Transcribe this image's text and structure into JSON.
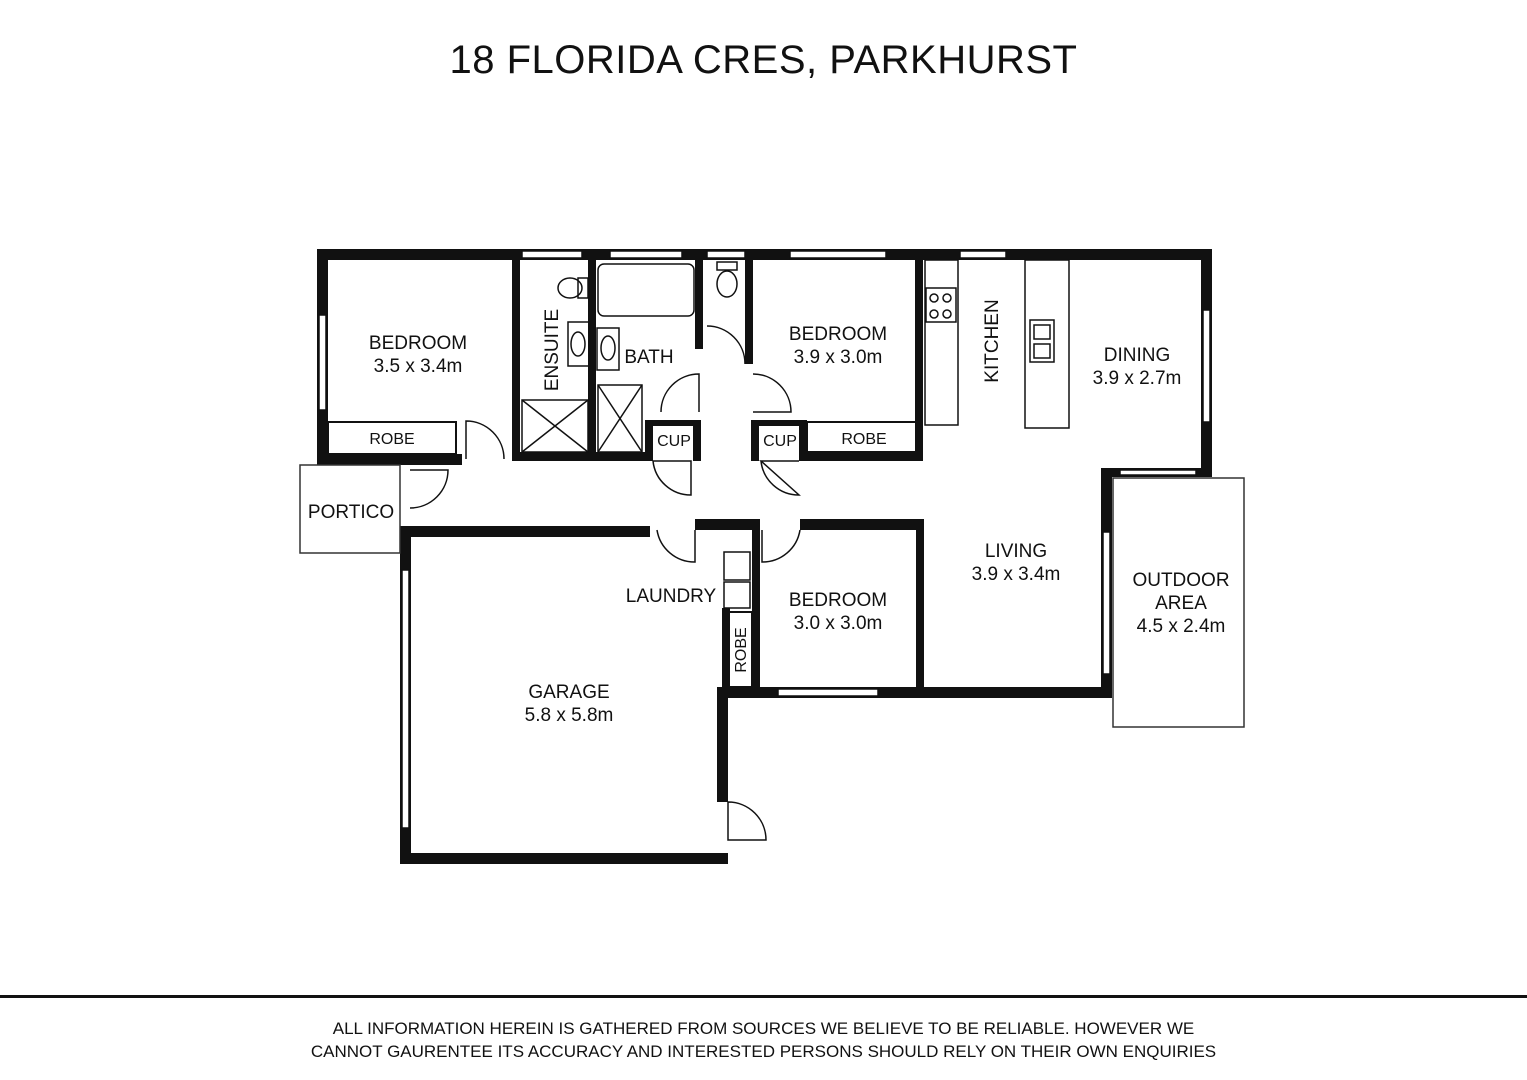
{
  "title": "18 FLORIDA CRES, PARKHURST",
  "rooms": {
    "bedroom1": {
      "name": "BEDROOM",
      "size": "3.5 x 3.4m"
    },
    "ensuite": {
      "name": "ENSUITE"
    },
    "bath": {
      "name": "BATH"
    },
    "bedroom2": {
      "name": "BEDROOM",
      "size": "3.9 x 3.0m"
    },
    "kitchen": {
      "name": "KITCHEN"
    },
    "dining": {
      "name": "DINING",
      "size": "3.9 x 2.7m"
    },
    "robe1": {
      "name": "ROBE"
    },
    "robe2": {
      "name": "ROBE"
    },
    "robe3": {
      "name": "ROBE"
    },
    "cup1": {
      "name": "CUP"
    },
    "cup2": {
      "name": "CUP"
    },
    "portico": {
      "name": "PORTICO"
    },
    "living": {
      "name": "LIVING",
      "size": "3.9 x 3.4m"
    },
    "outdoor": {
      "name": "OUTDOOR",
      "name2": "AREA",
      "size": "4.5 x 2.4m"
    },
    "laundry": {
      "name": "LAUNDRY"
    },
    "bedroom3": {
      "name": "BEDROOM",
      "size": "3.0 x 3.0m"
    },
    "garage": {
      "name": "GARAGE",
      "size": "5.8 x 5.8m"
    }
  },
  "disclaimer": {
    "line1": "ALL INFORMATION HEREIN IS GATHERED FROM SOURCES WE BELIEVE TO BE RELIABLE. HOWEVER WE",
    "line2": "CANNOT GAURENTEE ITS ACCURACY AND INTERESTED PERSONS SHOULD RELY ON THEIR OWN ENQUIRIES"
  },
  "colors": {
    "wall": "#111111",
    "background": "#ffffff"
  }
}
